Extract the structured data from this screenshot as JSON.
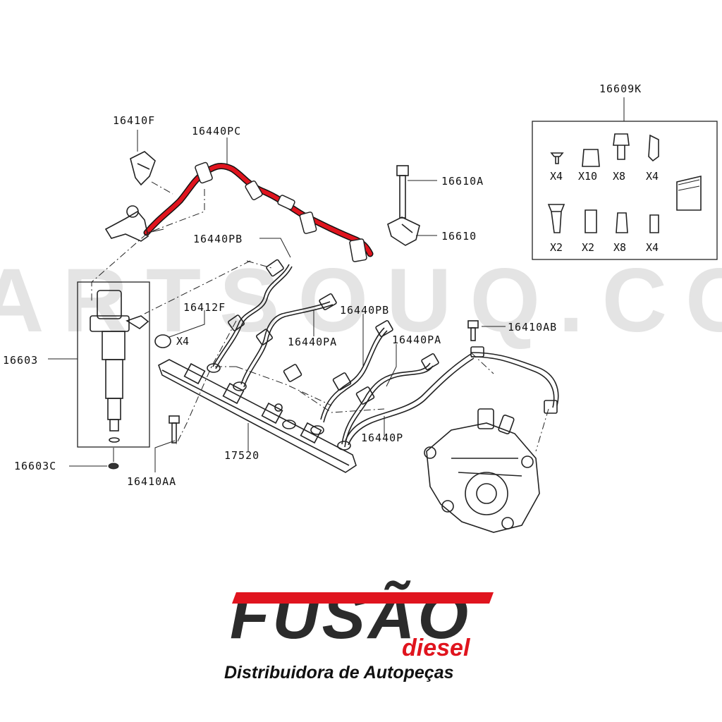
{
  "watermark": "ARTSOUQ.CO",
  "callouts": {
    "c16410F": "16410F",
    "c16440PC": "16440PC",
    "c16440PB_top": "16440PB",
    "c16412F": "16412F",
    "c16412F_qty": "X4",
    "c16603": "16603",
    "c16603C": "16603C",
    "c16410AA": "16410AA",
    "c17520": "17520",
    "c16440PA_left": "16440PA",
    "c16440PB_mid": "16440PB",
    "c16440PA_right": "16440PA",
    "c16440P": "16440P",
    "c16410AB": "16410AB",
    "c16610A": "16610A",
    "c16610": "16610",
    "c16609K": "16609K"
  },
  "kit": {
    "quantities": [
      "X4",
      "X10",
      "X8",
      "X4",
      "X2",
      "X2",
      "X8",
      "X4"
    ]
  },
  "brand": {
    "name": "FUSÃO",
    "sub": "diesel",
    "tagline": "Distribuidora de Autopeças",
    "colors": {
      "red": "#e0141e",
      "dark": "#2b2b2b"
    }
  },
  "highlight_color": "#e0141e"
}
